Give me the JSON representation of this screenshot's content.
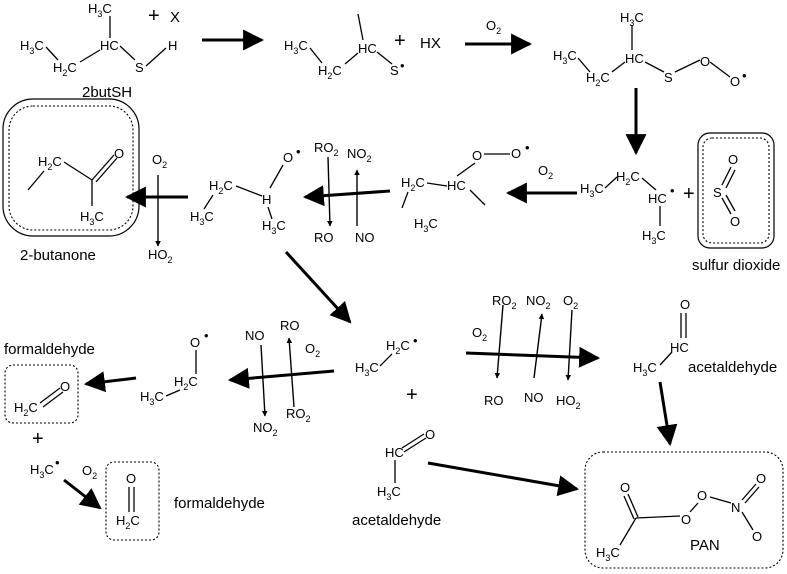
{
  "labels": {
    "butanethiol": "2butSH",
    "butanone": "2-butanone",
    "sulfur_dioxide": "sulfur dioxide",
    "formaldehyde": "formaldehyde",
    "acetaldehyde": "acetaldehyde",
    "pan": "PAN"
  },
  "reagents": {
    "x": "X",
    "hx": "HX",
    "o2": "O",
    "ro2": "RO",
    "no2": "NO",
    "no": "NO",
    "ro": "RO",
    "ho2": "HO",
    "plus": "+",
    "sub2": "2"
  },
  "atoms": {
    "h3c": "H",
    "h2c": "H",
    "hc": "HC",
    "h2": "2",
    "h3": "3",
    "c": "C",
    "s": "S",
    "h": "H",
    "o": "O",
    "n": "N",
    "radical": "•"
  }
}
